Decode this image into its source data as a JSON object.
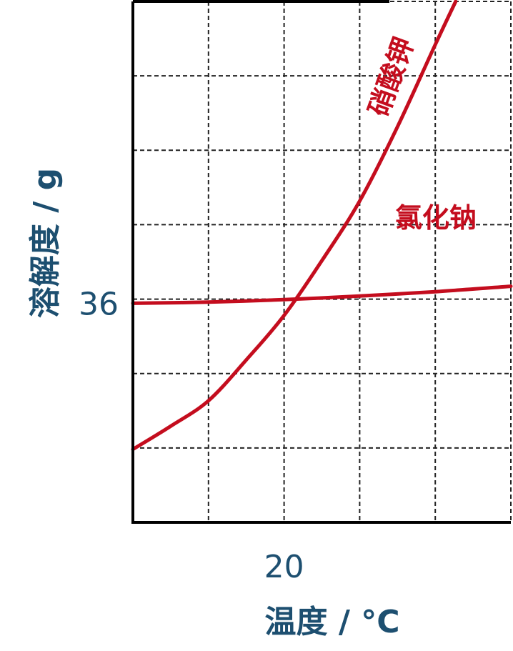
{
  "chart_data": {
    "type": "line",
    "xlabel": "温度 / °C",
    "ylabel": "溶解度 / g",
    "x_ticks": [
      {
        "value": 20,
        "label": "20"
      }
    ],
    "y_ticks": [
      {
        "value": 36,
        "label": "36"
      }
    ],
    "xlim": [
      0,
      50
    ],
    "ylim": [
      0,
      85.6
    ],
    "grid": true,
    "colors": {
      "curve": "#c40d1e",
      "axis_text": "#1d4f70",
      "axis": "#000000"
    },
    "series": [
      {
        "name": "氯化钠",
        "x": [
          0,
          10,
          20,
          30,
          40,
          50
        ],
        "y": [
          36.0,
          36.2,
          36.6,
          37.2,
          37.9,
          38.8
        ]
      },
      {
        "name": "硝酸钾",
        "x": [
          0,
          5,
          10,
          15,
          20,
          25,
          30,
          35,
          40,
          42.7
        ],
        "y": [
          12.0,
          15.8,
          20.0,
          26.7,
          34.0,
          43.0,
          52.8,
          65.0,
          78.5,
          85.6
        ]
      }
    ]
  }
}
